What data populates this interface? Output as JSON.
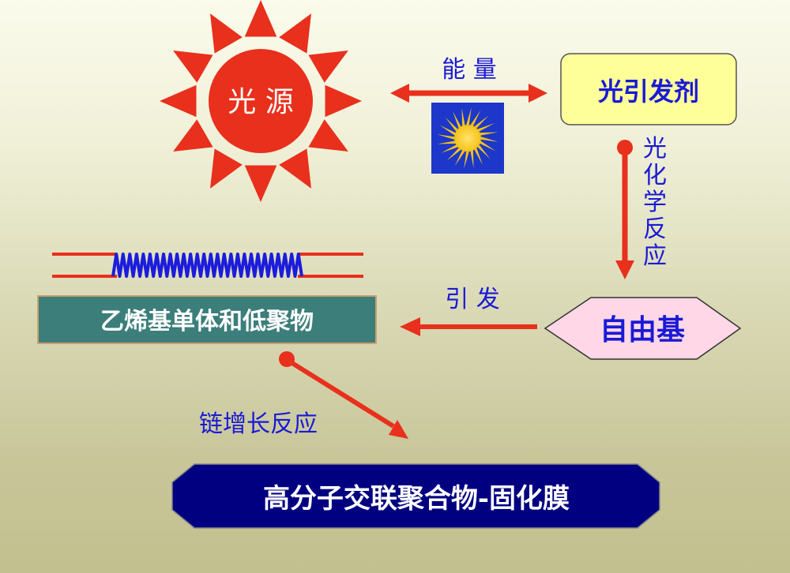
{
  "light_source": {
    "label": "光 源",
    "color": "#e8301c"
  },
  "energy": {
    "label": "能 量"
  },
  "photoinitiator": {
    "label": "光引发剂",
    "bg": "#ffff99"
  },
  "photochem": {
    "chars": [
      "光",
      "化",
      "学",
      "反",
      "应"
    ]
  },
  "monomer": {
    "label": "乙烯基单体和低聚物",
    "bg": "#3b7e7a"
  },
  "initiate": {
    "label": "引 发"
  },
  "radical": {
    "label": "自由基",
    "bg": "#ffd7e6"
  },
  "chain": {
    "label": "链增长反应"
  },
  "polymer": {
    "label": "高分子交联聚合物-固化膜",
    "bg": "#000080"
  },
  "colors": {
    "arrow": "#e8301c",
    "text_blue": "#1a1ad6",
    "spring": "#1c1cdc"
  }
}
